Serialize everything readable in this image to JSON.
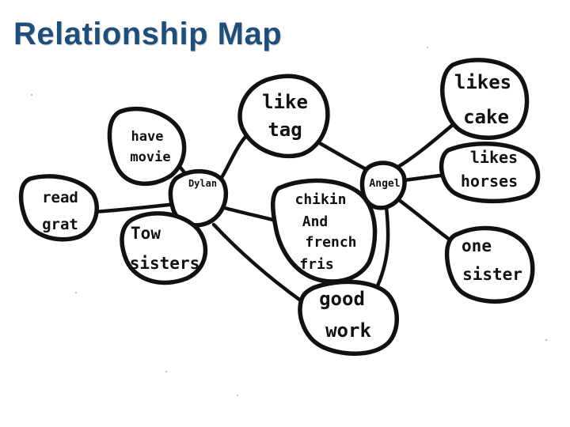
{
  "title": "Relationship Map",
  "colors": {
    "title": "#1f4e79",
    "ink": "#111111",
    "paper": "#ffffff"
  },
  "diagram": {
    "type": "relationship-map",
    "nodes": {
      "dylan": {
        "lines": [
          "Dylan"
        ]
      },
      "angel": {
        "lines": [
          "Angel"
        ]
      },
      "like_tag": {
        "lines": [
          "like",
          "tag"
        ]
      },
      "have_movie": {
        "lines": [
          "have",
          "movie"
        ]
      },
      "read_great": {
        "lines": [
          "read",
          "grat"
        ]
      },
      "two_sisters": {
        "lines": [
          "Tow",
          "sisters"
        ]
      },
      "chicken_fries": {
        "lines": [
          "chikin",
          "And",
          "french",
          "fris"
        ]
      },
      "good_work": {
        "lines": [
          "good",
          "work"
        ]
      },
      "likes_cake": {
        "lines": [
          "likes",
          "cake"
        ]
      },
      "likes_horses": {
        "lines": [
          "likes",
          "horses"
        ]
      },
      "one_sister": {
        "lines": [
          "one",
          "sister"
        ]
      }
    },
    "edges": [
      [
        "dylan",
        "like_tag"
      ],
      [
        "dylan",
        "have_movie"
      ],
      [
        "dylan",
        "read_great"
      ],
      [
        "dylan",
        "two_sisters"
      ],
      [
        "dylan",
        "chicken_fries"
      ],
      [
        "dylan",
        "good_work"
      ],
      [
        "like_tag",
        "angel"
      ],
      [
        "angel",
        "chicken_fries"
      ],
      [
        "angel",
        "good_work"
      ],
      [
        "angel",
        "likes_cake"
      ],
      [
        "angel",
        "likes_horses"
      ],
      [
        "angel",
        "one_sister"
      ]
    ]
  }
}
